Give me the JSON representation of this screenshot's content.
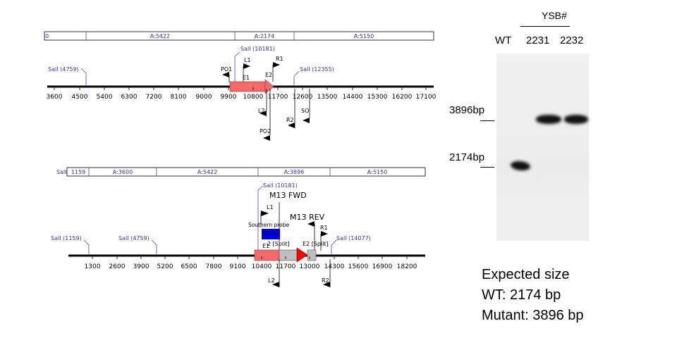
{
  "map1": {
    "segments": [
      "A:5422",
      "A:2174",
      "A:5150"
    ],
    "left_edge_label": "0",
    "ticks": [
      "3600",
      "4500",
      "5400",
      "6300",
      "7200",
      "8100",
      "9000",
      "9900",
      "10800",
      "11700",
      "12600",
      "13500",
      "14400",
      "15300",
      "16200",
      "17100"
    ],
    "sites": [
      "SalI (4759)",
      "SalI (10181)",
      "SalI (12355)"
    ],
    "primers": [
      "PO1",
      "L1",
      "R1",
      "L2",
      "PO2",
      "R2",
      "SO"
    ],
    "features": [
      "E1",
      "E2"
    ]
  },
  "map2": {
    "segments": [
      "SalI",
      "1159",
      "A:3600",
      "A:5422",
      "A:3896",
      "A:5150"
    ],
    "ticks": [
      "1300",
      "2600",
      "3900",
      "5200",
      "6500",
      "7800",
      "9100",
      "10400",
      "11700",
      "13000",
      "14300",
      "15600",
      "16900",
      "18200"
    ],
    "sites": [
      "SalI (1159)",
      "SalI (4759)",
      "SalI (10181)",
      "SalI (14077)"
    ],
    "primers": [
      "M13 FWD",
      "L1",
      "M13 REV",
      "R1",
      "L2",
      "R2"
    ],
    "probe": "Southern probe",
    "features": [
      "E1",
      "2 [Split]",
      "E2 [Split]"
    ],
    "colors": {
      "exon": "#f26b6b",
      "split": "#bfbfbf",
      "probe": "#0000cc",
      "arrow": "#ff0000"
    }
  },
  "gel": {
    "group_label": "YSB#",
    "lanes": [
      "WT",
      "2231",
      "2232"
    ],
    "markers": [
      "3896bp",
      "2174bp"
    ]
  },
  "expected": {
    "title": "Expected size",
    "wt": "WT: 2174 bp",
    "mutant": "Mutant: 3896 bp"
  }
}
